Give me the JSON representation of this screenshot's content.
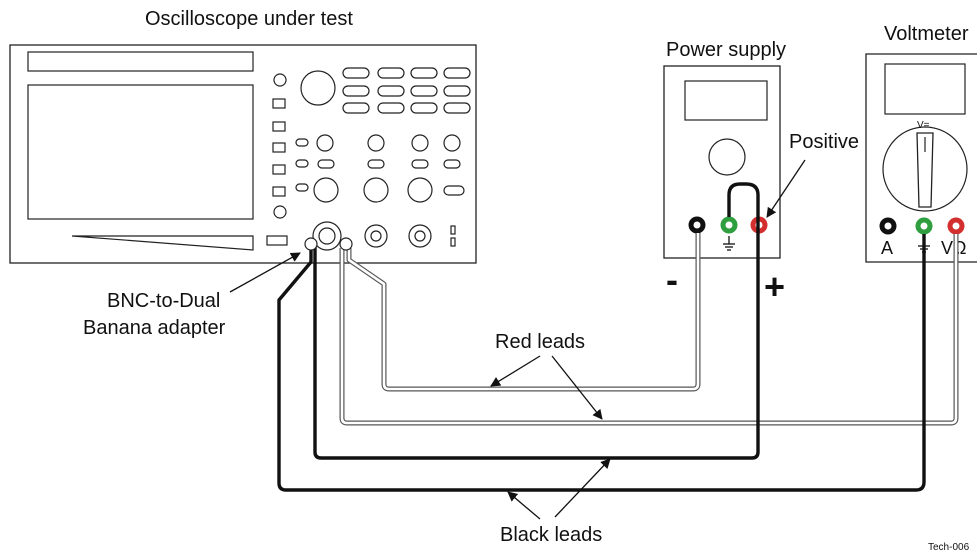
{
  "labels": {
    "oscilloscope": "Oscilloscope under test",
    "power_supply": "Power supply",
    "voltmeter": "Voltmeter",
    "positive": "Positive",
    "minus": "-",
    "plus": "+",
    "adapter_line1": "BNC-to-Dual",
    "adapter_line2": "Banana adapter",
    "red_leads": "Red leads",
    "black_leads": "Black leads",
    "tech_id": "Tech-006",
    "dial_label": "V=",
    "terminal_a": "A",
    "terminal_vohm": "VΩ",
    "ground_symbol": "⏚"
  },
  "colors": {
    "red_terminal": "#d32f2f",
    "green_terminal": "#2e9e3f",
    "black_lead": "#111111",
    "red_lead_outline": "#555555",
    "device_outline": "#222222"
  },
  "icons": {
    "ground": "ground-icon",
    "arrow": "arrow-icon",
    "bnc": "bnc-connector-icon"
  }
}
